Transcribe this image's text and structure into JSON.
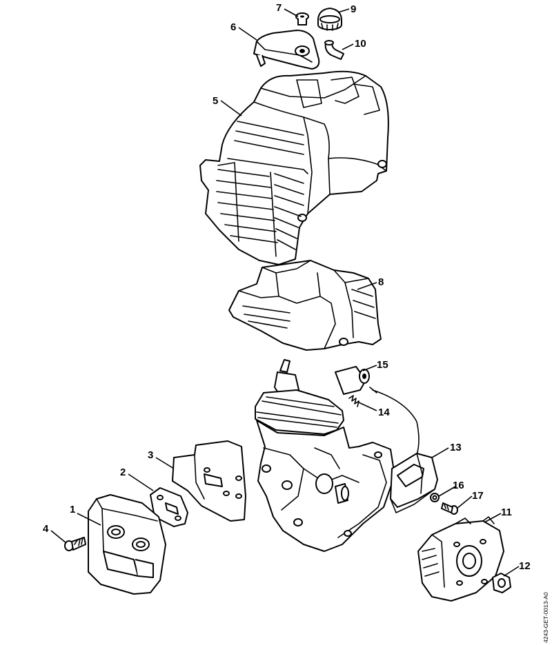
{
  "callouts": [
    {
      "id": "1",
      "label": "1"
    },
    {
      "id": "2",
      "label": "2"
    },
    {
      "id": "3",
      "label": "3"
    },
    {
      "id": "4",
      "label": "4"
    },
    {
      "id": "5",
      "label": "5"
    },
    {
      "id": "6",
      "label": "6"
    },
    {
      "id": "7",
      "label": "7"
    },
    {
      "id": "8",
      "label": "8"
    },
    {
      "id": "9",
      "label": "9"
    },
    {
      "id": "10",
      "label": "10"
    },
    {
      "id": "11",
      "label": "11"
    },
    {
      "id": "12",
      "label": "12"
    },
    {
      "id": "13",
      "label": "13"
    },
    {
      "id": "14",
      "label": "14"
    },
    {
      "id": "15",
      "label": "15"
    },
    {
      "id": "16",
      "label": "16"
    },
    {
      "id": "17",
      "label": "17"
    }
  ],
  "reference_code": "4243-GET-0013-A0",
  "colors": {
    "line": "#000000",
    "background": "#ffffff"
  }
}
